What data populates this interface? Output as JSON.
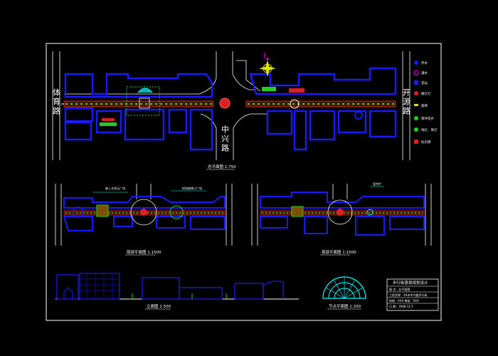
{
  "colors": {
    "background": "#000000",
    "frame": "#ffffff",
    "building": "#1a1aff",
    "road": "#ffffff",
    "paving_red": "#e02020",
    "paving_green": "#20d020",
    "paving_yellow": "#e0e000",
    "plaza": "#00b4b4",
    "accent_magenta": "#ff00ff",
    "annotation": "#00ffff"
  },
  "top_plan": {
    "left_road_label": "体育路",
    "right_road_label": "开源路",
    "center_road_label": "中兴路",
    "caption": "总平面图 1:750",
    "compass_icon": "north-arrow-icon"
  },
  "legend": {
    "items": [
      {
        "icon": "tree-icon",
        "label": "乔木"
      },
      {
        "icon": "shrub-icon",
        "label": "灌木"
      },
      {
        "icon": "kiosk-icon",
        "label": "花坛"
      },
      {
        "icon": "lamp-icon",
        "label": "路灯灯"
      },
      {
        "icon": "bench-icon",
        "label": "座椅"
      },
      {
        "icon": "grass-icon",
        "label": "草坪花卉"
      },
      {
        "icon": "light-icon",
        "label": "地灯、草灯"
      },
      {
        "icon": "sign-icon",
        "label": "标识牌"
      }
    ]
  },
  "partial_plans": {
    "left_caption": "局部平面图 1:1500",
    "right_caption": "局部平面图 1:1500",
    "left_annotations": [
      "嵌入式花坛广场",
      "树池座椅小广场"
    ],
    "right_annotation": "宣传栏"
  },
  "elevation": {
    "caption": "立面图 1:500"
  },
  "detail": {
    "caption": "节点平面图 1:200"
  },
  "title_block": {
    "title": "步行街景观规划设计",
    "rows": [
      "图  名：总平面图",
      "工程名称：XX市中兴路步行街",
      "绘制：XXX  审核：XXX",
      "日  期：2008.12.5"
    ]
  }
}
